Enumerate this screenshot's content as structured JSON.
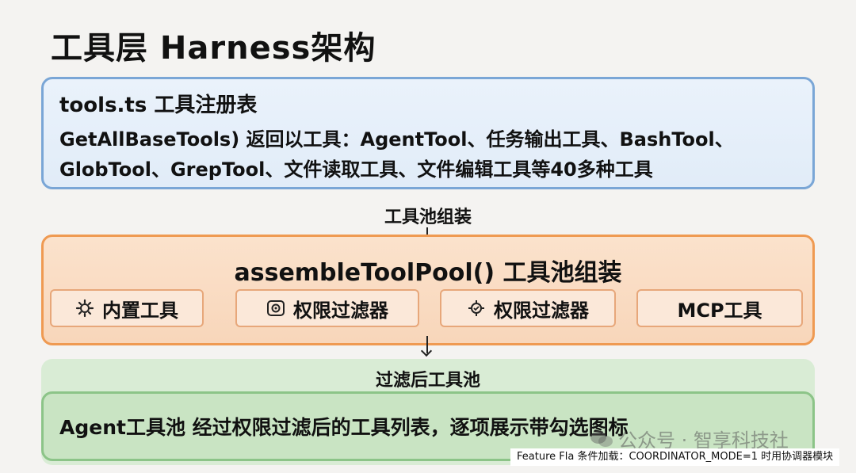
{
  "title": "工具层 Harness架构",
  "registry": {
    "heading": "tools.ts 工具注册表",
    "line1": "GetAllBaseTools) 返回以工具：AgentTool、任务输出工具、BashTool、",
    "line2": "GlobTool、GrepTool、文件读取工具、文件编辑工具等40多种工具"
  },
  "step1_label": "工具池组装",
  "assemble": {
    "heading": "assembleToolPool() 工具池组装",
    "items": [
      {
        "label": "内置工具",
        "icon": "gear-icon"
      },
      {
        "label": "权限过滤器",
        "icon": "filter-icon"
      },
      {
        "label": "权限过滤器",
        "icon": "gear-icon"
      },
      {
        "label": "MCP工具",
        "icon": ""
      }
    ]
  },
  "step2_label": "过滤后工具池",
  "pool": {
    "text": "Agent工具池  经过权限过滤后的工具列表，逐项展示带勾选图标"
  },
  "watermark": "公众号 · 智享科技社",
  "footer": "Feature Fla 条件加载：COORDINATOR_MODE=1 时用协调器模块"
}
